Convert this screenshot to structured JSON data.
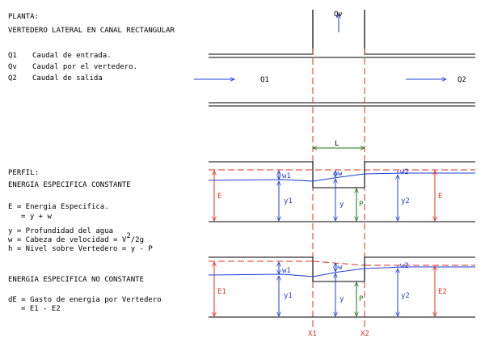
{
  "colors": {
    "wall": "#000000",
    "water": "#1f3fd9",
    "energy": "#e0301e",
    "weir": "#1a7a1a"
  },
  "planta": {
    "title": "PLANTA:",
    "subtitle": "VERTEDERO LATERAL EN CANAL RECTANGULAR",
    "legend": [
      {
        "sym": "Q1",
        "text": "Caudal de entrada."
      },
      {
        "sym": "Qv",
        "text": "Caudal por el vertedero."
      },
      {
        "sym": "Q2",
        "text": "Caudal de salida"
      }
    ],
    "flow_in": "Q1",
    "flow_out": "Q2",
    "flow_weir": "Qv",
    "length_label": "L"
  },
  "perfil": {
    "title": "PERFIL:",
    "subtitle": "ENERGIA ESPECIFICA CONSTANTE",
    "eq1a": "E = Energia Especifica.",
    "eq1b": "= y + w",
    "def_y": "y = Profundidad del agua",
    "def_w": "w = Cabeza de velocidad = V",
    "def_w_sup": "2",
    "def_w_tail": "/2g",
    "def_h": "h = Nivel sobre Vertedero = y - P",
    "labels": {
      "w1": "w1",
      "w": "w",
      "w2": "w2",
      "y1": "y1",
      "y": "y",
      "P": "P",
      "y2": "y2",
      "E_left": "E",
      "E_right": "E"
    }
  },
  "nonconst": {
    "title": "ENERGIA ESPECIFICA NO CONSTANTE",
    "eq_a": "dE = Gasto de energia por Vertedero",
    "eq_b": "= E1 - E2",
    "labels": {
      "w1": "w1",
      "w": "w",
      "w2": "w2",
      "y1": "y1",
      "y": "y",
      "P": "P",
      "y2": "y2",
      "E1": "E1",
      "E2": "E2"
    },
    "x1": "X1",
    "x2": "X2"
  }
}
